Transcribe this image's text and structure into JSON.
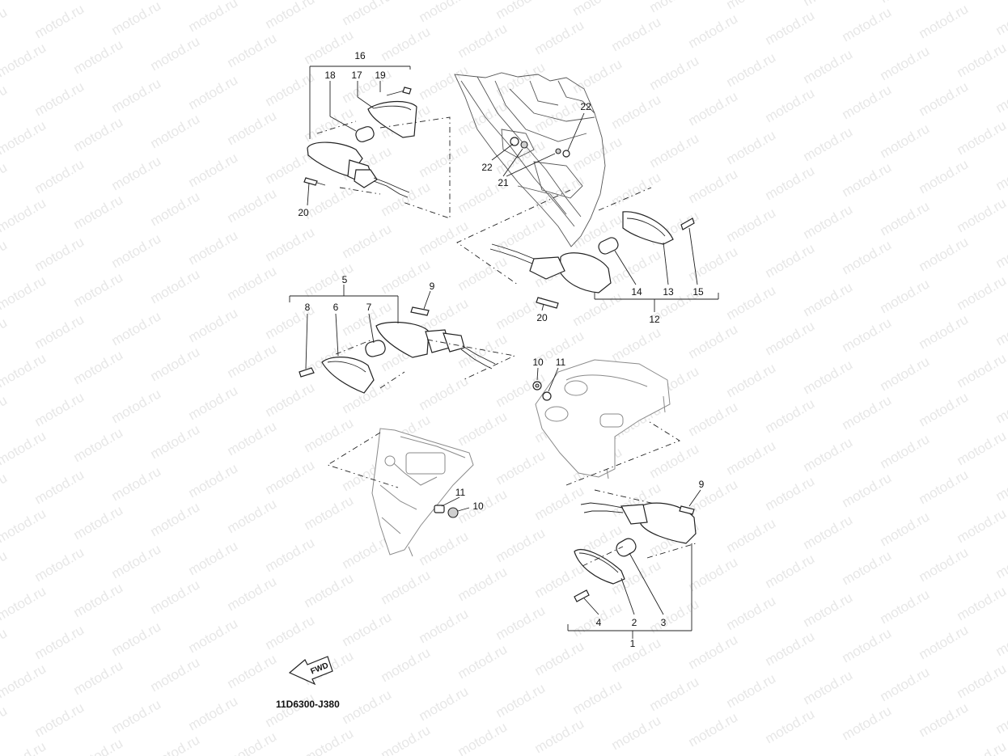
{
  "watermark": {
    "text": "motod.ru"
  },
  "diagram": {
    "code": "11D6300-J380",
    "fwd_label": "FWD",
    "callouts": {
      "c1": "1",
      "c2": "2",
      "c3": "3",
      "c4": "4",
      "c5": "5",
      "c6": "6",
      "c7": "7",
      "c8": "8",
      "c9a": "9",
      "c9b": "9",
      "c10a": "10",
      "c10b": "10",
      "c11a": "11",
      "c11b": "11",
      "c12": "12",
      "c13": "13",
      "c14": "14",
      "c15": "15",
      "c16": "16",
      "c17": "17",
      "c18": "18",
      "c19": "19",
      "c20a": "20",
      "c20b": "20",
      "c21": "21",
      "c22a": "22",
      "c22b": "22"
    }
  }
}
